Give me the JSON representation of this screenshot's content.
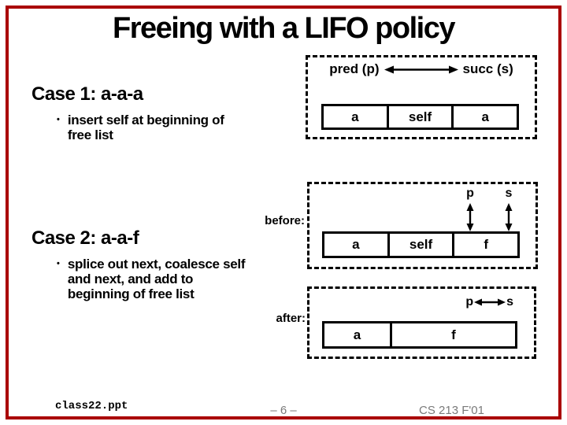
{
  "colors": {
    "border_red": "#aa0000",
    "footer_gray": "#7a7a7a",
    "text": "#000000"
  },
  "slide": {
    "title": "Freeing with a LIFO policy",
    "bullet_glyph": "•",
    "case1": {
      "heading": "Case 1: a-a-a",
      "bullet": "insert self at beginning of free list"
    },
    "case2": {
      "heading": "Case 2: a-a-f",
      "bullet": "splice out next, coalesce self and next, and add to beginning of free list"
    },
    "diagram1": {
      "pred_label": "pred (p)",
      "succ_label": "succ (s)",
      "cells": [
        "a",
        "self",
        "a"
      ]
    },
    "diagram2": {
      "side_label": "before:",
      "p_label": "p",
      "s_label": "s",
      "cells": [
        "a",
        "self",
        "f"
      ]
    },
    "diagram3": {
      "side_label": "after:",
      "p_label": "p",
      "s_label": "s",
      "cells": [
        "a",
        "f"
      ]
    },
    "footer": {
      "left": "class22.ppt",
      "center": "– 6 –",
      "right": "CS 213 F'01"
    }
  }
}
